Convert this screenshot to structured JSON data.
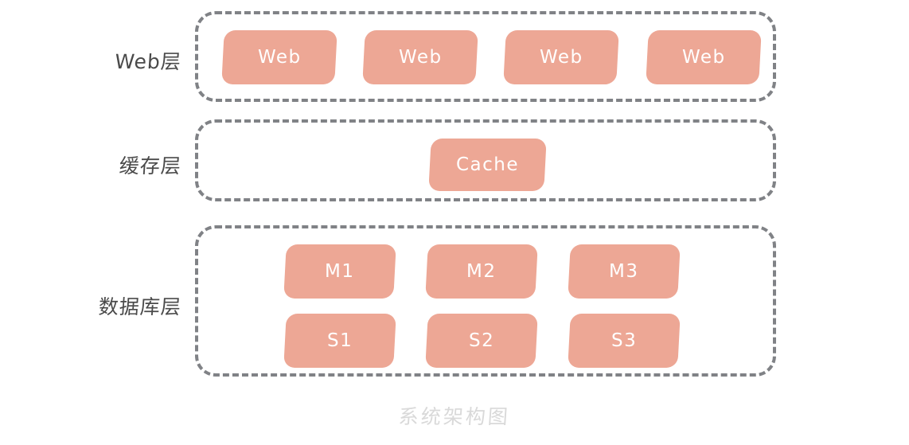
{
  "diagram": {
    "caption": "系统架构图",
    "background_color": "#ffffff",
    "node_color": "#eda795",
    "node_text_color": "#ffffff",
    "container_border_color": "#808286",
    "label_color": "#4a4a4a",
    "caption_color": "#d9d9d9",
    "tiers": [
      {
        "id": "web",
        "label": "Web层",
        "rows": [
          {
            "nodes": [
              "Web",
              "Web",
              "Web",
              "Web"
            ]
          }
        ]
      },
      {
        "id": "cache",
        "label": "缓存层",
        "rows": [
          {
            "nodes": [
              "Cache"
            ]
          }
        ]
      },
      {
        "id": "database",
        "label": "数据库层",
        "rows": [
          {
            "nodes": [
              "M1",
              "M2",
              "M3"
            ]
          },
          {
            "nodes": [
              "S1",
              "S2",
              "S3"
            ]
          }
        ]
      }
    ]
  }
}
